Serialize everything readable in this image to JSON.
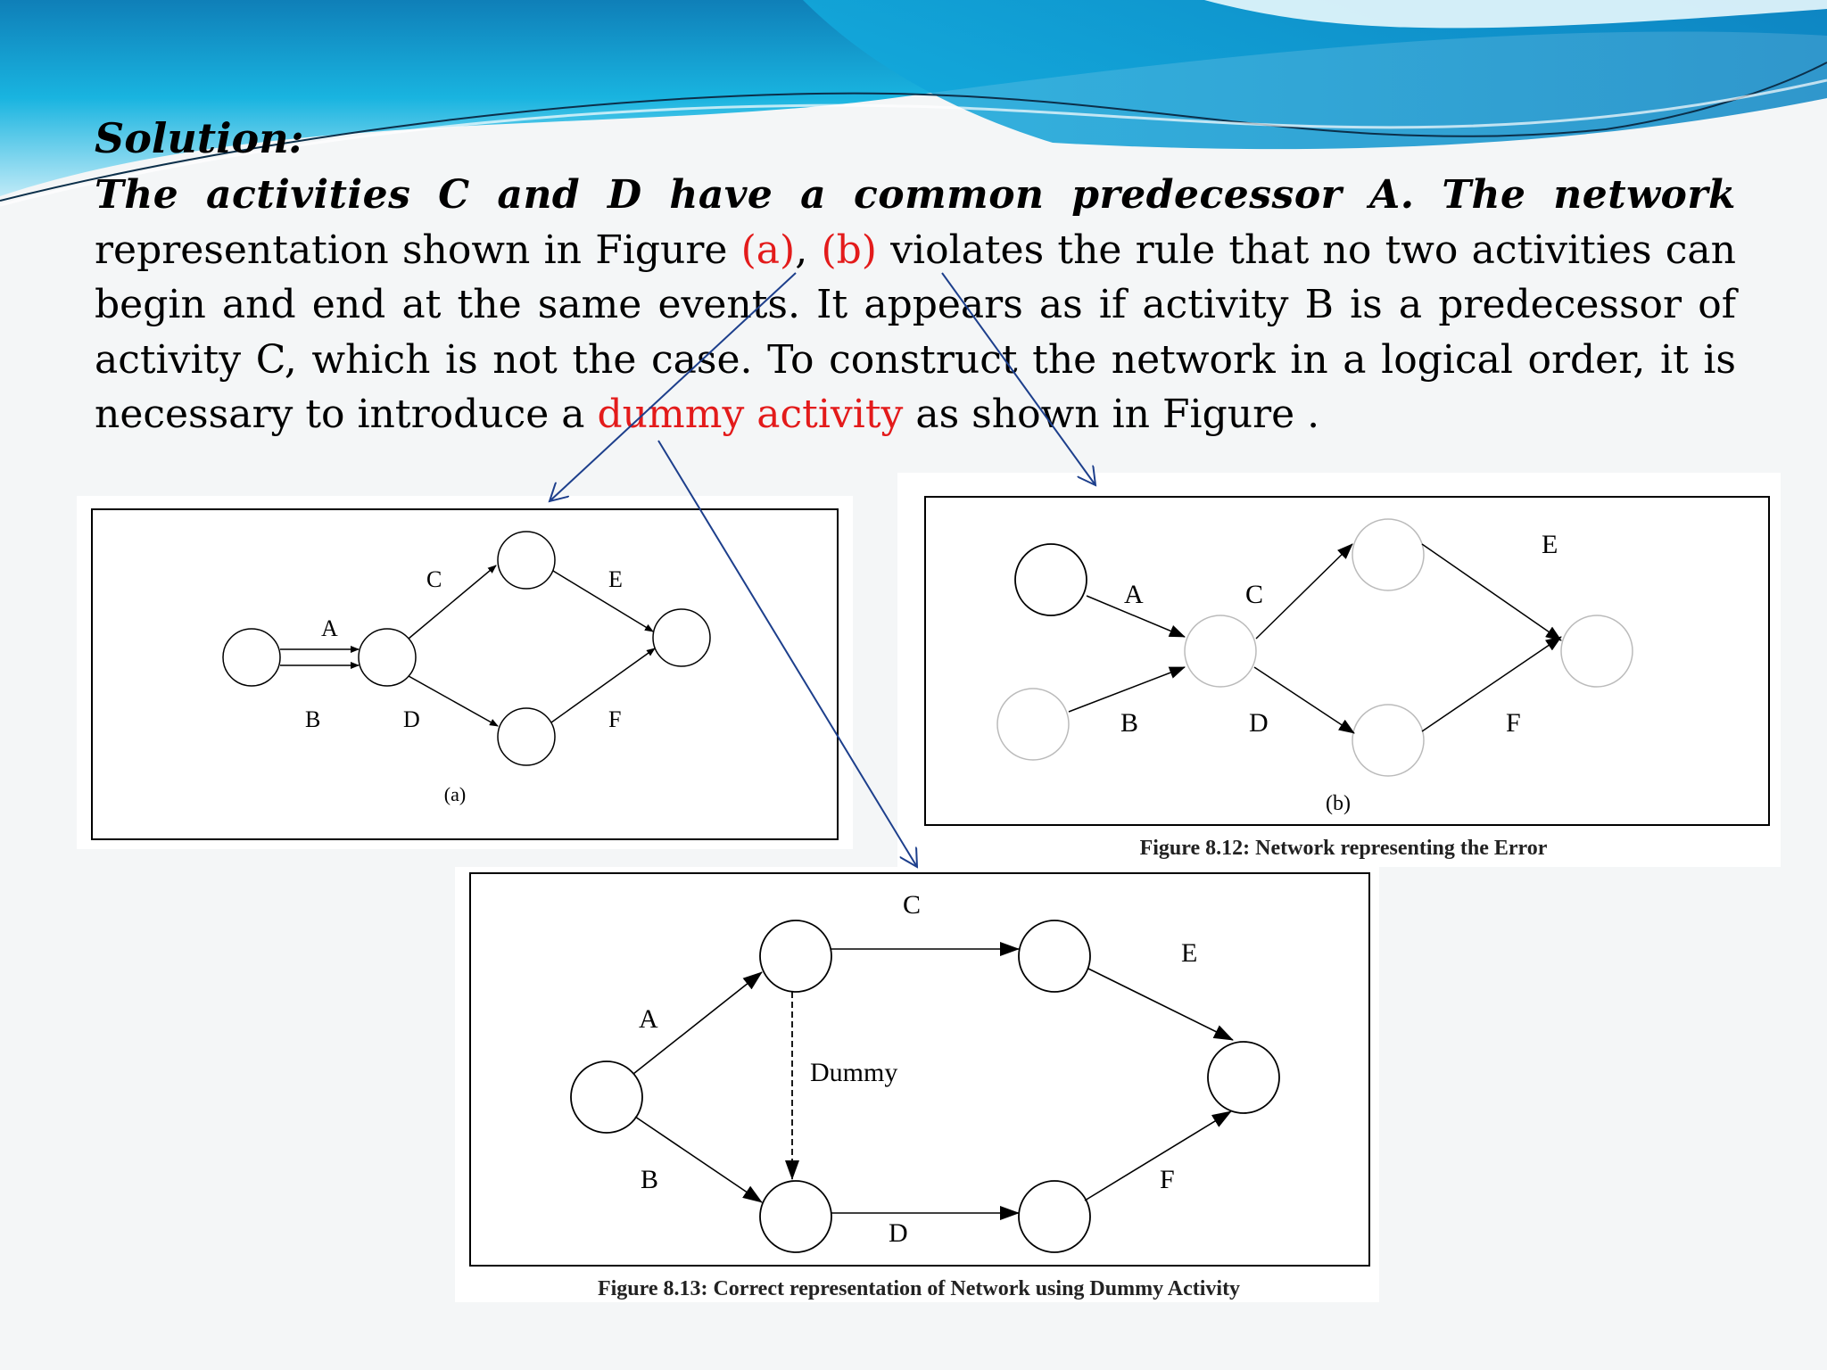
{
  "slide": {
    "heading": "Solution:",
    "paragraph": {
      "lead": "The activities C and D have a common predecessor A. The network",
      "part1": " representation shown in Figure ",
      "ref_a": "(a)",
      "comma": ", ",
      "ref_b": "(b)",
      "part2": " violates the rule that no two activities can begin and end at the same events. It appears as if activity B is a predecessor of activity C, which is not the case. To construct the network in a logical order, it is necessary to introduce a ",
      "dummy": "dummy activity",
      "part3": " as shown in Figure ."
    }
  },
  "figure_a": {
    "labels": {
      "a": "A",
      "b": "B",
      "c": "C",
      "d": "D",
      "e": "E",
      "f": "F"
    },
    "caption": "(a)"
  },
  "figure_b": {
    "labels": {
      "a": "A",
      "b": "B",
      "c": "C",
      "d": "D",
      "e": "E",
      "f": "F"
    },
    "sub_caption": "(b)",
    "caption": "Figure 8.12: Network representing the Error"
  },
  "figure_c": {
    "labels": {
      "a": "A",
      "b": "B",
      "c": "C",
      "d": "D",
      "e": "E",
      "f": "F",
      "dummy": "Dummy"
    },
    "caption": "Figure 8.13: Correct representation of Network using Dummy Activity"
  },
  "colors": {
    "accent_red": "#e31b1b",
    "pointer_line": "#1d3f8c",
    "banner_top": "#1a9fd6",
    "banner_light": "#7fd6ef"
  }
}
